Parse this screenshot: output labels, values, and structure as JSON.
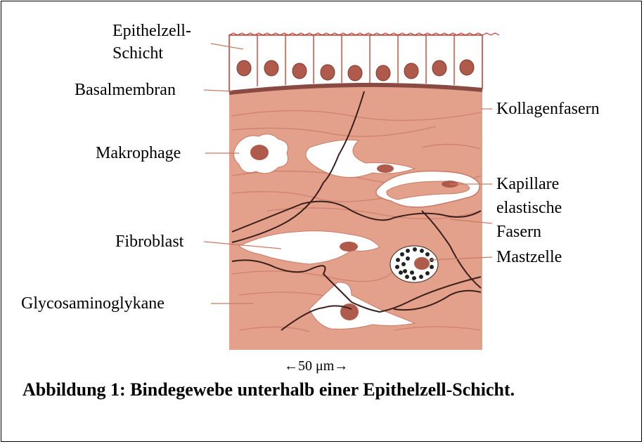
{
  "labels": {
    "epithel_line1": "Epithelzell-",
    "epithel_line2": "Schicht",
    "basalmembran": "Basalmembran",
    "kollagen": "Kollagenfasern",
    "makrophage": "Makrophage",
    "kapillare": "Kapillare",
    "elastische_line1": "elastische",
    "elastische_line2": "Fasern",
    "fibroblast": "Fibroblast",
    "mastzelle": "Mastzelle",
    "glyco": "Glycosaminoglykane"
  },
  "scale_bar": "←50 μm→",
  "caption": "Abbildung 1: Bindegewebe unterhalb einer Epithelzell-Schicht.",
  "colors": {
    "tissue": "#e3a08a",
    "tissue_dark": "#c97a66",
    "epithel_outline": "#c0392b",
    "nucleus": "#b05a4c",
    "basal": "#8a4a44",
    "fiber": "#3a1f1a"
  }
}
